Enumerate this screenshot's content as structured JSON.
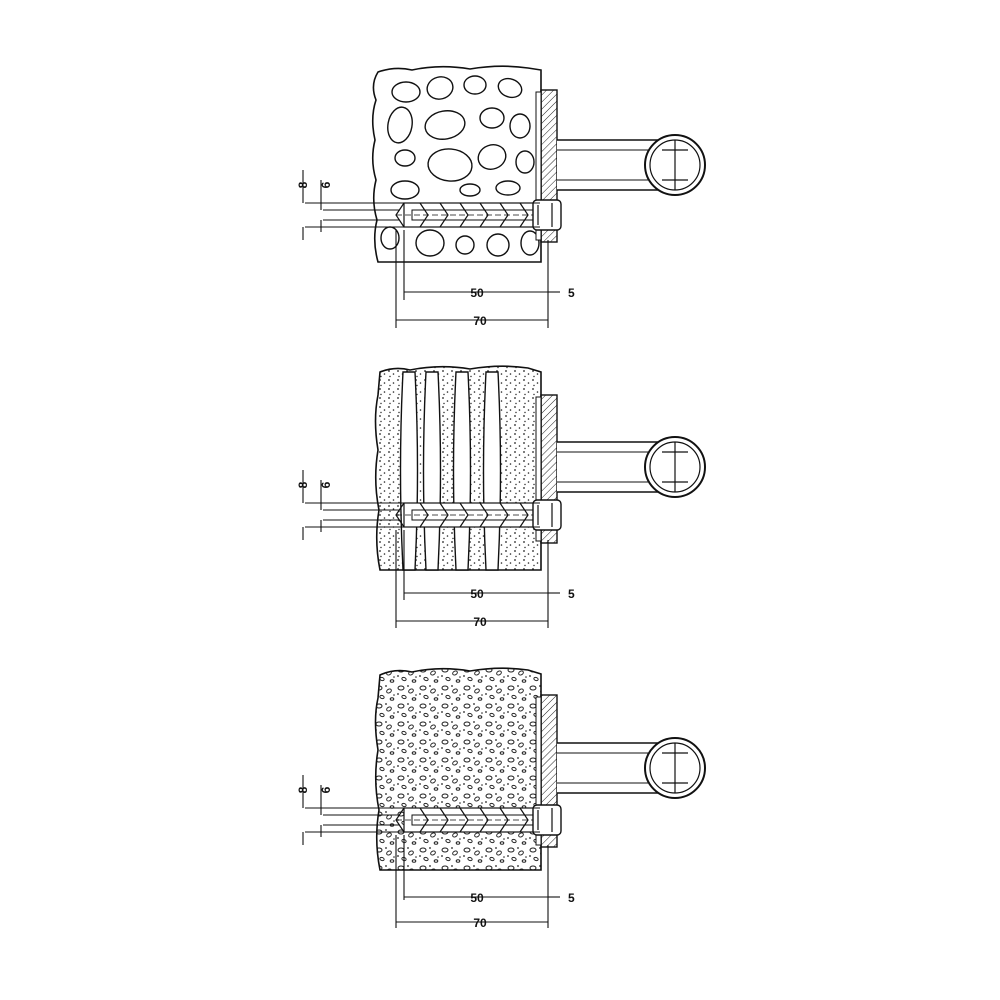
{
  "diagram": {
    "panels": [
      {
        "id": "panel-top",
        "wall": "stone-masonry",
        "dims": {
          "d8": "8",
          "d6": "6",
          "d50": "50",
          "d5": "5",
          "d70": "70"
        }
      },
      {
        "id": "panel-middle",
        "wall": "perforated-brick",
        "dims": {
          "d8": "8",
          "d6": "6",
          "d50": "50",
          "d5": "5",
          "d70": "70"
        }
      },
      {
        "id": "panel-bottom",
        "wall": "lightweight-concrete",
        "dims": {
          "d8": "8",
          "d6": "6",
          "d50": "50",
          "d5": "5",
          "d70": "70"
        }
      }
    ]
  }
}
